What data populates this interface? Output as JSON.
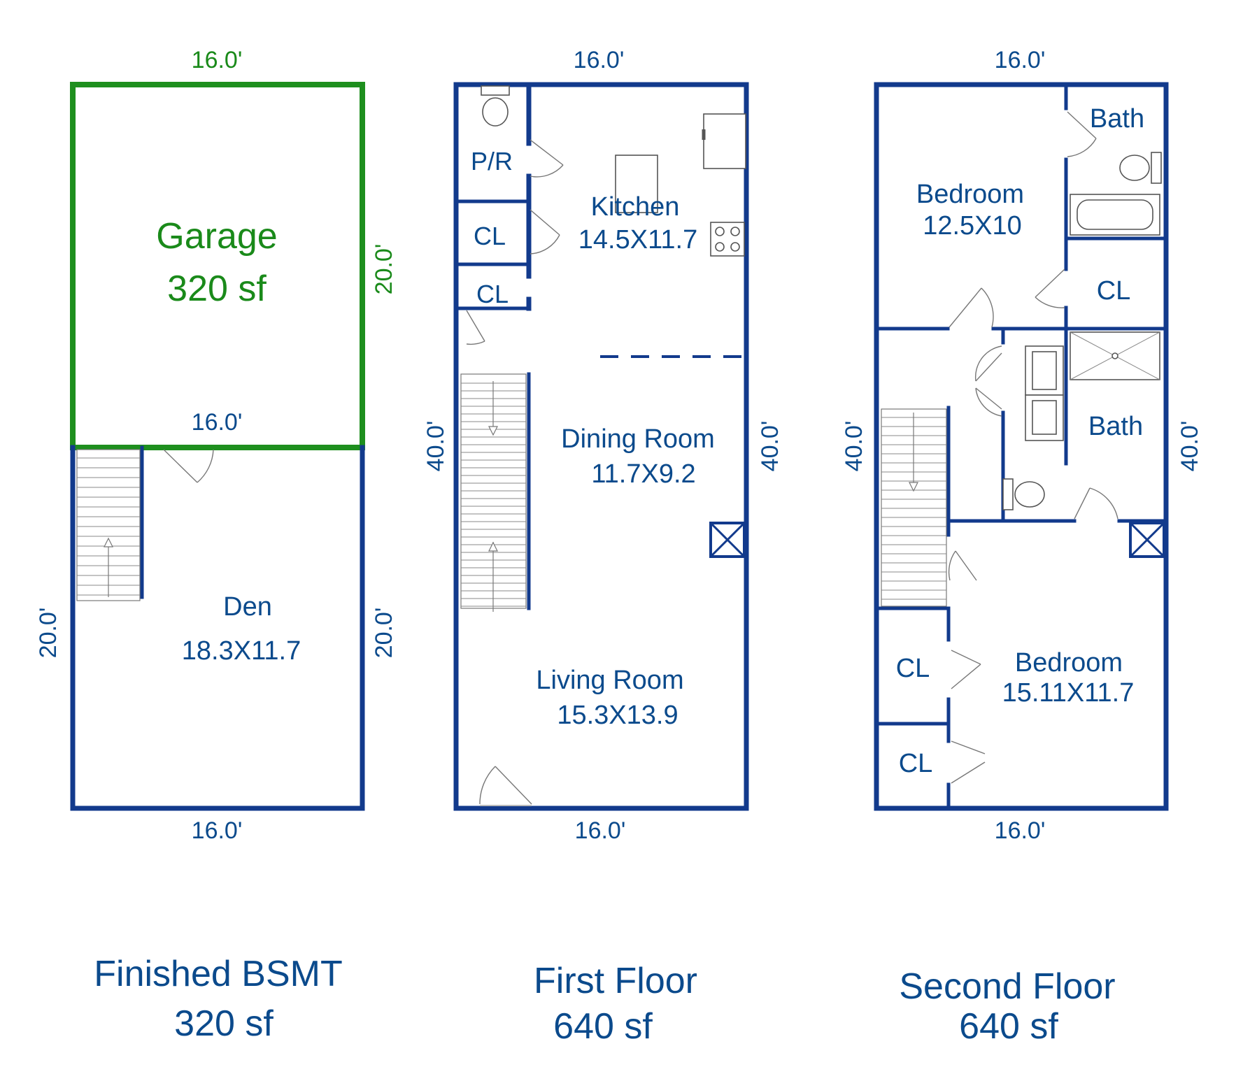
{
  "colors": {
    "wall": "#123a8c",
    "label": "#0b4a8c",
    "garage": "#1e8f1e"
  },
  "basement": {
    "dim_top": "16.0'",
    "garage_name": "Garage",
    "garage_area": "320 sf",
    "garage_side": "20.0'",
    "dim_mid": "16.0'",
    "den_name": "Den",
    "den_size": "18.3X11.7",
    "dim_left": "20.0'",
    "dim_right": "20.0'",
    "dim_bottom": "16.0'",
    "title": "Finished BSMT",
    "area": "320 sf"
  },
  "first_floor": {
    "dim_top": "16.0'",
    "powder_room": "P/R",
    "closet_1": "CL",
    "closet_2": "CL",
    "kitchen_name": "Kitchen",
    "kitchen_size": "14.5X11.7",
    "dining_name": "Dining Room",
    "dining_size": "11.7X9.2",
    "living_name": "Living Room",
    "living_size": "15.3X13.9",
    "dim_left": "40.0'",
    "dim_right": "40.0'",
    "dim_bottom": "16.0'",
    "title": "First Floor",
    "area": "640 sf"
  },
  "second_floor": {
    "dim_top": "16.0'",
    "bath_1": "Bath",
    "bedroom_1_name": "Bedroom",
    "bedroom_1_size": "12.5X10",
    "closet_1": "CL",
    "bath_2": "Bath",
    "closet_2": "CL",
    "closet_3": "CL",
    "bedroom_2_name": "Bedroom",
    "bedroom_2_size": "15.11X11.7",
    "dim_left": "40.0'",
    "dim_right": "40.0'",
    "dim_bottom": "16.0'",
    "title": "Second Floor",
    "area": "640 sf"
  }
}
